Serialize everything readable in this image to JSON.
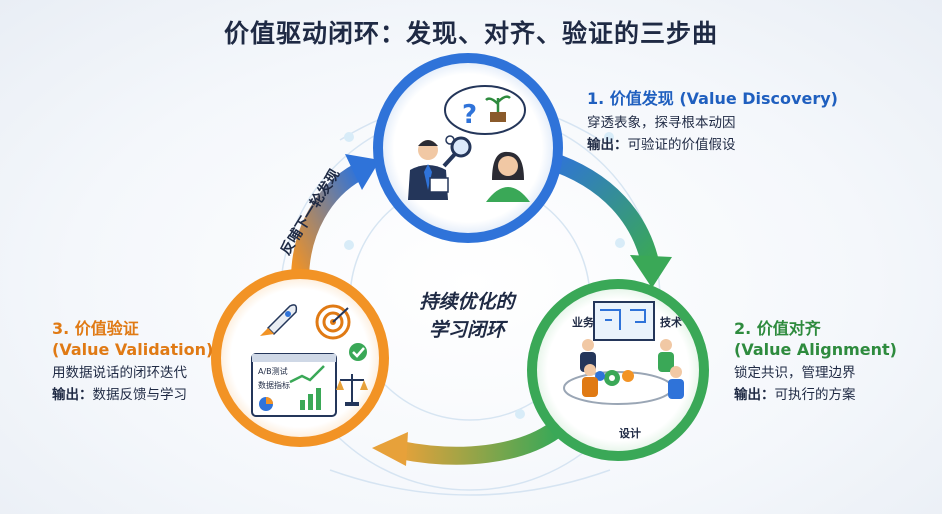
{
  "title": "价值驱动闭环：发现、对齐、验证的三步曲",
  "center": {
    "line1": "持续优化的",
    "line2": "学习闭环"
  },
  "feedback_label": "反哺下一轮发现",
  "steps": [
    {
      "title": "1. 价值发现 (Value Discovery)",
      "desc": "穿透表象，探寻根本动因",
      "output_label": "输出：",
      "output_text": "可验证的价值假设",
      "color": "#1f5fbf"
    },
    {
      "title_line1": "2. 价值对齐",
      "title_line2": "(Value Alignment)",
      "desc": "锁定共识，管理边界",
      "output_label": "输出：",
      "output_text": "可执行的方案",
      "color": "#2e8b3e",
      "role_labels": [
        "业务",
        "技术",
        "设计"
      ]
    },
    {
      "title_line1": "3. 价值验证",
      "title_line2": "(Value Validation)",
      "desc": "用数据说话的闭环迭代",
      "output_label": "输出：",
      "output_text": "数据反馈与学习",
      "color": "#e07a14",
      "dashboard_labels": [
        "A/B测试",
        "数据指标"
      ]
    }
  ],
  "colors": {
    "discovery": "#2f73d9",
    "alignment": "#3aa857",
    "validation": "#f29325",
    "text": "#1f2a44"
  }
}
